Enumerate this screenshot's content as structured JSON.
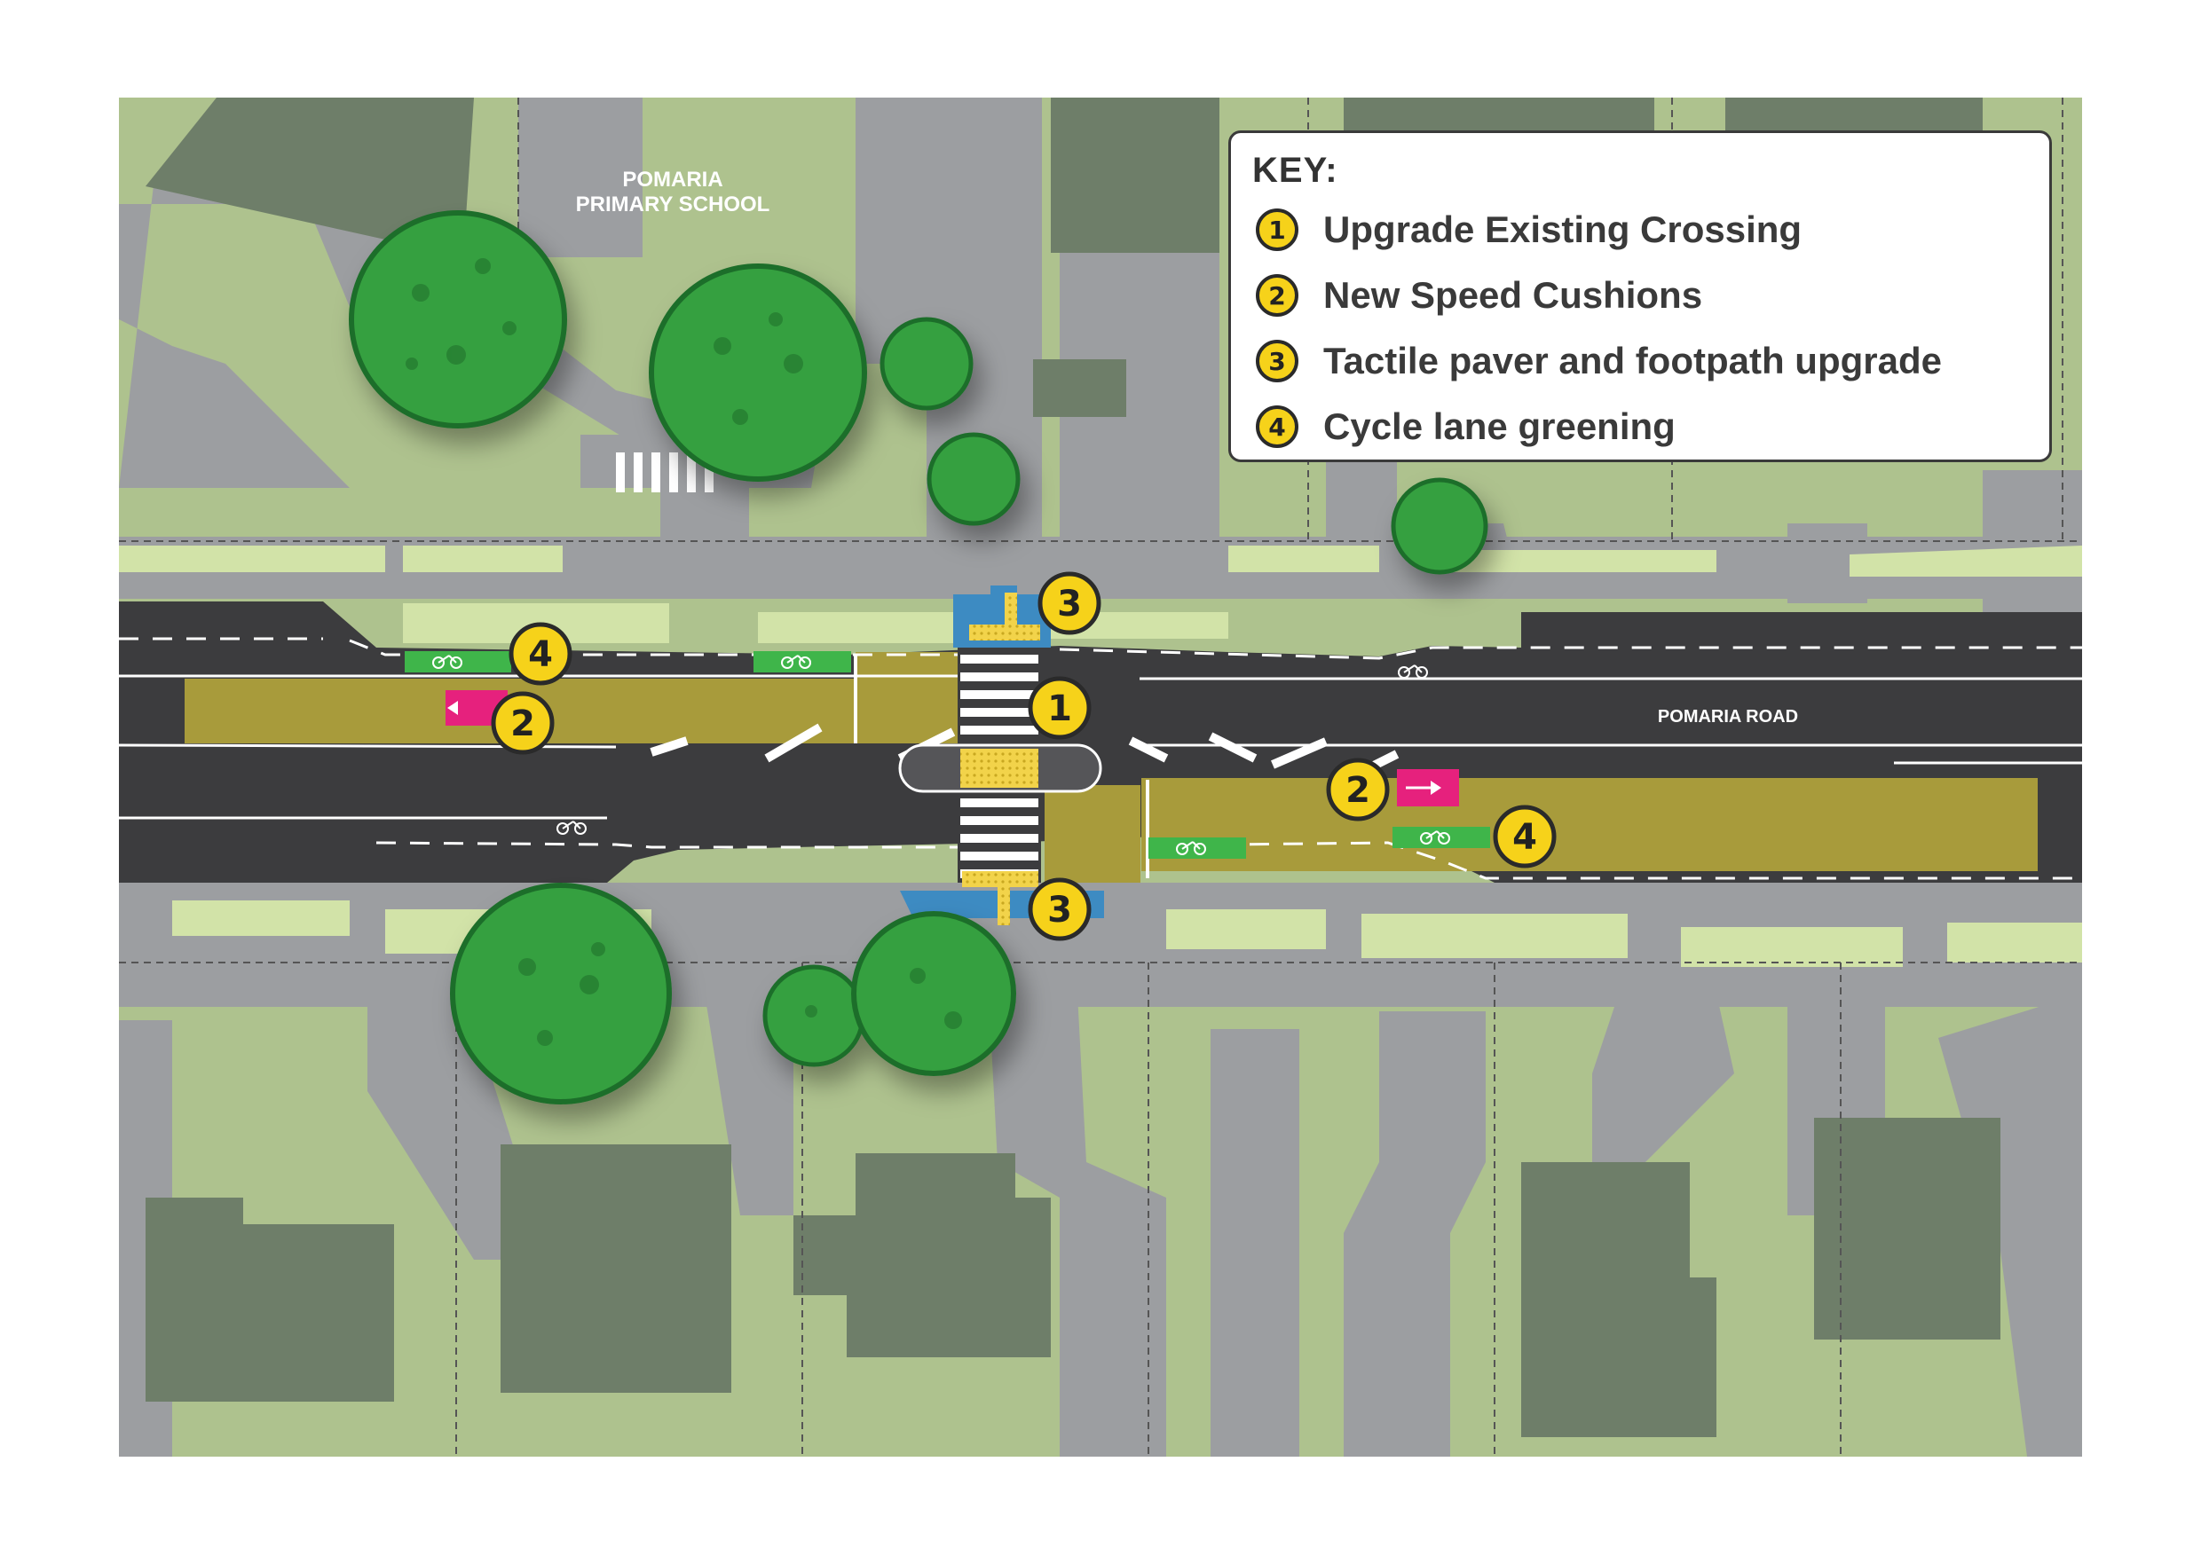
{
  "labels": {
    "school_line1": "POMARIA",
    "school_line2": "PRIMARY SCHOOL",
    "road": "POMARIA ROAD"
  },
  "key": {
    "title": "KEY:",
    "items": [
      {
        "number": "1",
        "label": "Upgrade Existing Crossing"
      },
      {
        "number": "2",
        "label": "New Speed Cushions"
      },
      {
        "number": "3",
        "label": "Tactile paver and footpath upgrade"
      },
      {
        "number": "4",
        "label": "Cycle lane greening"
      }
    ]
  },
  "markers": [
    "3",
    "4",
    "1",
    "2",
    "2",
    "4",
    "3"
  ],
  "colors": {
    "grass": "#aec28e",
    "grass_light": "#d2e3a8",
    "footpath": "#9c9ea1",
    "building": "#6e7e69",
    "road": "#3c3c3e",
    "median": "#a89b3b",
    "cycle_lane": "#3fb54a",
    "speed_cushion": "#e6217d",
    "tactile": "#f2d34a",
    "footpath_upgrade": "#3d8bc2",
    "tree": "#35a03f",
    "marker": "#f6d21a"
  }
}
